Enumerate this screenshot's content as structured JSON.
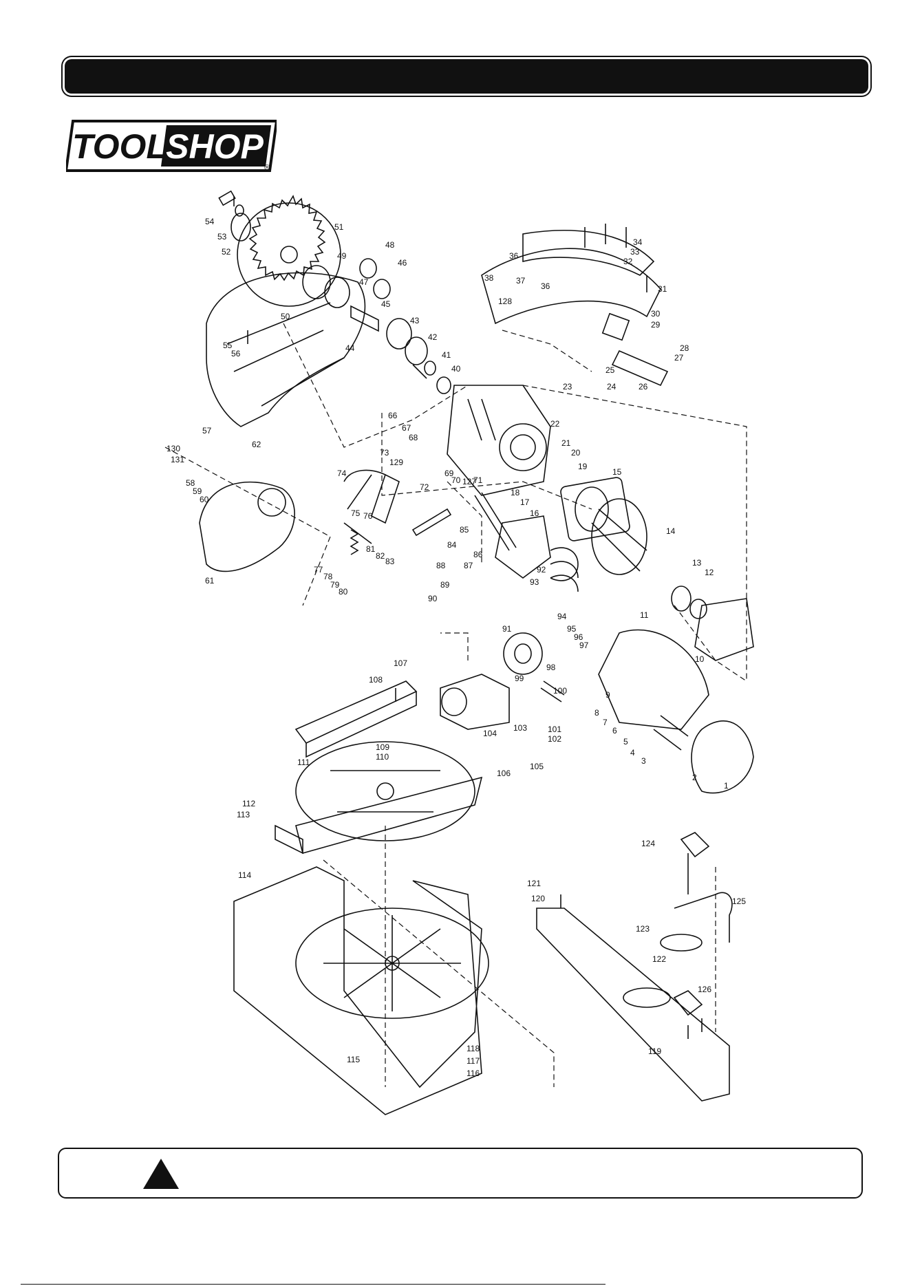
{
  "header": {
    "title": ""
  },
  "logo": {
    "brand": "TOOL SHOP",
    "word1": "TOOL",
    "word2": "SHOP",
    "registered": "®"
  },
  "diagram": {
    "part_numbers": [
      "1",
      "2",
      "3",
      "4",
      "5",
      "6",
      "7",
      "8",
      "9",
      "10",
      "11",
      "12",
      "13",
      "14",
      "15",
      "16",
      "17",
      "18",
      "19",
      "20",
      "21",
      "22",
      "23",
      "24",
      "25",
      "26",
      "27",
      "28",
      "29",
      "30",
      "31",
      "32",
      "33",
      "34",
      "36",
      "36",
      "37",
      "38",
      "40",
      "41",
      "42",
      "43",
      "44",
      "45",
      "46",
      "47",
      "48",
      "49",
      "50",
      "51",
      "52",
      "53",
      "54",
      "55",
      "56",
      "57",
      "58",
      "59",
      "60",
      "61",
      "62",
      "66",
      "67",
      "68",
      "69",
      "70",
      "71",
      "72",
      "73",
      "74",
      "75",
      "76",
      "77",
      "78",
      "79",
      "80",
      "81",
      "82",
      "83",
      "84",
      "85",
      "86",
      "87",
      "88",
      "89",
      "90",
      "91",
      "92",
      "93",
      "94",
      "95",
      "96",
      "97",
      "98",
      "99",
      "100",
      "101",
      "102",
      "103",
      "104",
      "105",
      "106",
      "107",
      "108",
      "109",
      "110",
      "111",
      "112",
      "113",
      "114",
      "115",
      "116",
      "117",
      "118",
      "119",
      "120",
      "121",
      "122",
      "123",
      "124",
      "125",
      "126",
      "127",
      "128",
      "129",
      "130",
      "131"
    ]
  },
  "warning": {
    "icon": "warning-triangle-icon",
    "text": ""
  },
  "colors": {
    "ink": "#111111",
    "background": "#ffffff"
  }
}
